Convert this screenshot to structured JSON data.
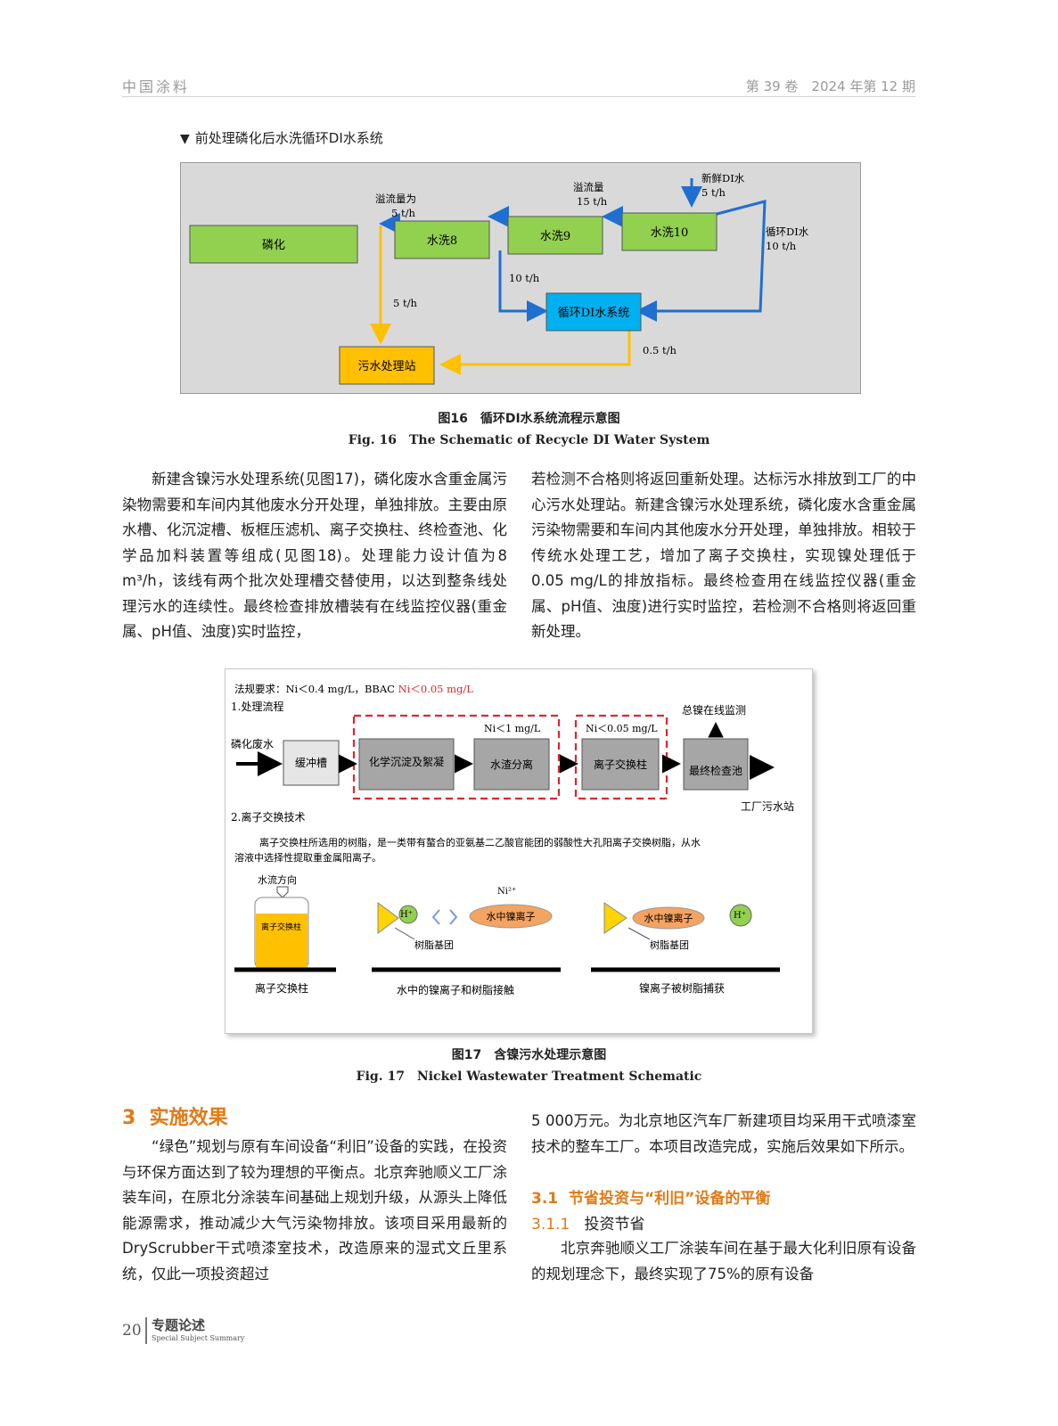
{
  "header": {
    "journal": "中国涂料",
    "issue": "第 39 卷　2024 年第 12 期"
  },
  "section_label": {
    "marker": "▼",
    "text": "前处理磷化后水洗循环DI水系统"
  },
  "figure16": {
    "boxes": {
      "phos": "磷化",
      "w8": "水洗8",
      "w9": "水洗9",
      "w10": "水洗10",
      "di": "循环DI水系统",
      "ww": "污水处理站"
    },
    "labels": {
      "overflow5_a": "溢流量为",
      "overflow5_b": "5 t/h",
      "overflow15_a": "溢流量",
      "overflow15_b": "15 t/h",
      "fresh_a": "新鲜DI水",
      "fresh_b": "5 t/h",
      "recirc_a": "循环DI水",
      "recirc_b": "10 t/h",
      "flow10": "10 t/h",
      "flow5": "5 t/h",
      "flow05": "0.5 t/h"
    },
    "caption_cn": "图16　循环DI水系统流程示意图",
    "caption_en": "Fig. 16　The Schematic of Recycle DI Water System"
  },
  "para_left_1": "新建含镍污水处理系统(见图17)，磷化废水含重金属污染物需要和车间内其他废水分开处理，单独排放。主要由原水槽、化沉淀槽、板框压滤机、离子交换柱、终检查池、化学品加料装置等组成(见图18)。处理能力设计值为8 m³/h，该线有两个批次处理槽交替使用，以达到整条线处理污水的连续性。最终检查排放槽装有在线监控仪器(重金属、pH值、浊度)实时监控，",
  "para_right_1": "若检测不合格则将返回重新处理。达标污水排放到工厂的中心污水处理站。新建含镍污水处理系统，磷化废水含重金属污染物需要和车间内其他废水分开处理，单独排放。相较于传统水处理工艺，增加了离子交换柱，实现镍处理低于0.05 mg/L的排放指标。最终检查用在线监控仪器(重金属、pH值、浊度)进行实时监控，若检测不合格则将返回重新处理。",
  "figure17": {
    "reg_prefix": "法规要求：Ni＜0.4 mg/L，BBAC ",
    "reg_red": "Ni＜0.05 mg/L",
    "s1": "1.处理流程",
    "input": "磷化废水",
    "b_buffer": "缓冲槽",
    "b_chem": "化学沉淀及絮凝",
    "b_sep": "水渣分离",
    "b_ion": "离子交换柱",
    "b_final": "最终检查池",
    "lim1": "Ni＜1 mg/L",
    "lim2": "Ni＜0.05 mg/L",
    "monitor": "总镍在线监测",
    "plant": "工厂污水站",
    "s2": "2.离子交换技术",
    "desc1": "离子交换柱所选用的树脂，是一类带有螯合的亚氨基二乙酸官能团的弱酸性大孔阳离子交换树脂，从水",
    "desc2": "溶液中选择性提取重金属阳离子。",
    "flowdir": "水流方向",
    "col_label": "离子交换柱",
    "hplus": "H⁺",
    "ni2": "Ni²⁺",
    "ni_ion": "水中镍离子",
    "resin": "树脂基团",
    "cap_a": "离子交换柱",
    "cap_b": "水中的镍离子和树脂接触",
    "cap_c": "镍离子被树脂捕获",
    "caption_cn": "图17　含镍污水处理示意图",
    "caption_en": "Fig. 17　Nickel Wastewater Treatment Schematic"
  },
  "section3": {
    "num": "3",
    "title": "实施效果"
  },
  "para_left_2": "“绿色”规划与原有车间设备“利旧”设备的实践，在投资与环保方面达到了较为理想的平衡点。北京奔驰顺义工厂涂装车间，在原北分涂装车间基础上规划升级，从源头上降低能源需求，推动减少大气污染物排放。该项目采用最新的DryScrubber干式喷漆室技术，改造原来的湿式文丘里系统，仅此一项投资超过",
  "para_right_2": "5 000万元。为北京地区汽车厂新建项目均采用干式喷漆室技术的整车工厂。本项目改造完成，实施后效果如下所示。",
  "sub31": {
    "num": "3.1",
    "title": "节省投资与“利旧”设备的平衡"
  },
  "sub311": {
    "num": "3.1.1",
    "title": "投资节省"
  },
  "para_right_3": "北京奔驰顺义工厂涂装车间在基于最大化利旧原有设备的规划理念下，最终实现了75%的原有设备",
  "footer": {
    "page": "20",
    "cn": "专题论述",
    "en": "Special Subject Summary"
  },
  "colors": {
    "green": "#92d050",
    "blue": "#00b0f0",
    "yellow": "#ffc000",
    "arrow_blue": "#1f6fd1",
    "arrow_yellow": "#ffc000",
    "red": "#e0262e",
    "orange": "#e07a16"
  }
}
